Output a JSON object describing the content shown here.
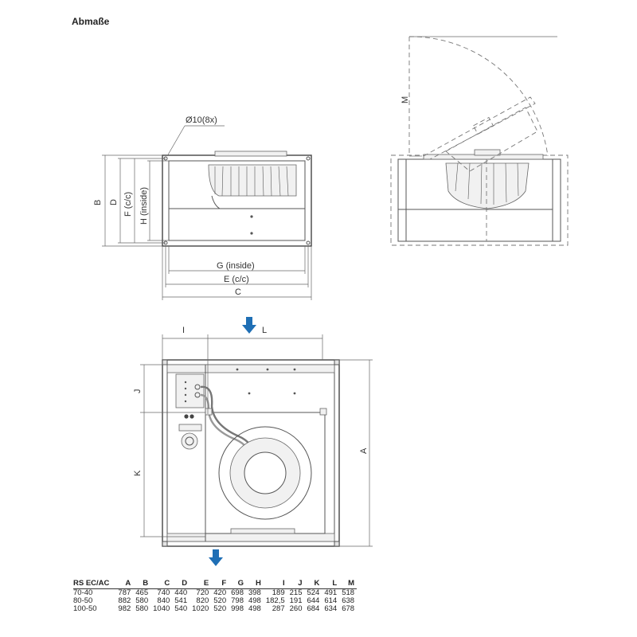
{
  "heading": "Abmaße",
  "labels": {
    "hole": "Ø10(8x)",
    "B": "B",
    "D": "D",
    "F": "F (c/c)",
    "H": "H (inside)",
    "G": "G (inside)",
    "E": "E (c/c)",
    "C": "C",
    "M": "M",
    "I": "I",
    "L": "L",
    "J": "J",
    "K": "K",
    "A": "A"
  },
  "colors": {
    "arrow": "#1f6fb5",
    "line": "#555555"
  },
  "icons": {
    "airflow_in": "arrow-down-icon",
    "airflow_out": "arrow-down-icon"
  },
  "table": {
    "columns": [
      "RS EC/AC",
      "A",
      "B",
      "C",
      "D",
      "E",
      "F",
      "G",
      "H",
      "I",
      "J",
      "K",
      "L",
      "M"
    ],
    "rows": [
      [
        "70-40",
        "787",
        "465",
        "740",
        "440",
        "720",
        "420",
        "698",
        "398",
        "189",
        "215",
        "524",
        "491",
        "518"
      ],
      [
        "80-50",
        "882",
        "580",
        "840",
        "541",
        "820",
        "520",
        "798",
        "498",
        "182,5",
        "191",
        "644",
        "614",
        "638"
      ],
      [
        "100-50",
        "982",
        "580",
        "1040",
        "540",
        "1020",
        "520",
        "998",
        "498",
        "287",
        "260",
        "684",
        "634",
        "678"
      ]
    ]
  }
}
